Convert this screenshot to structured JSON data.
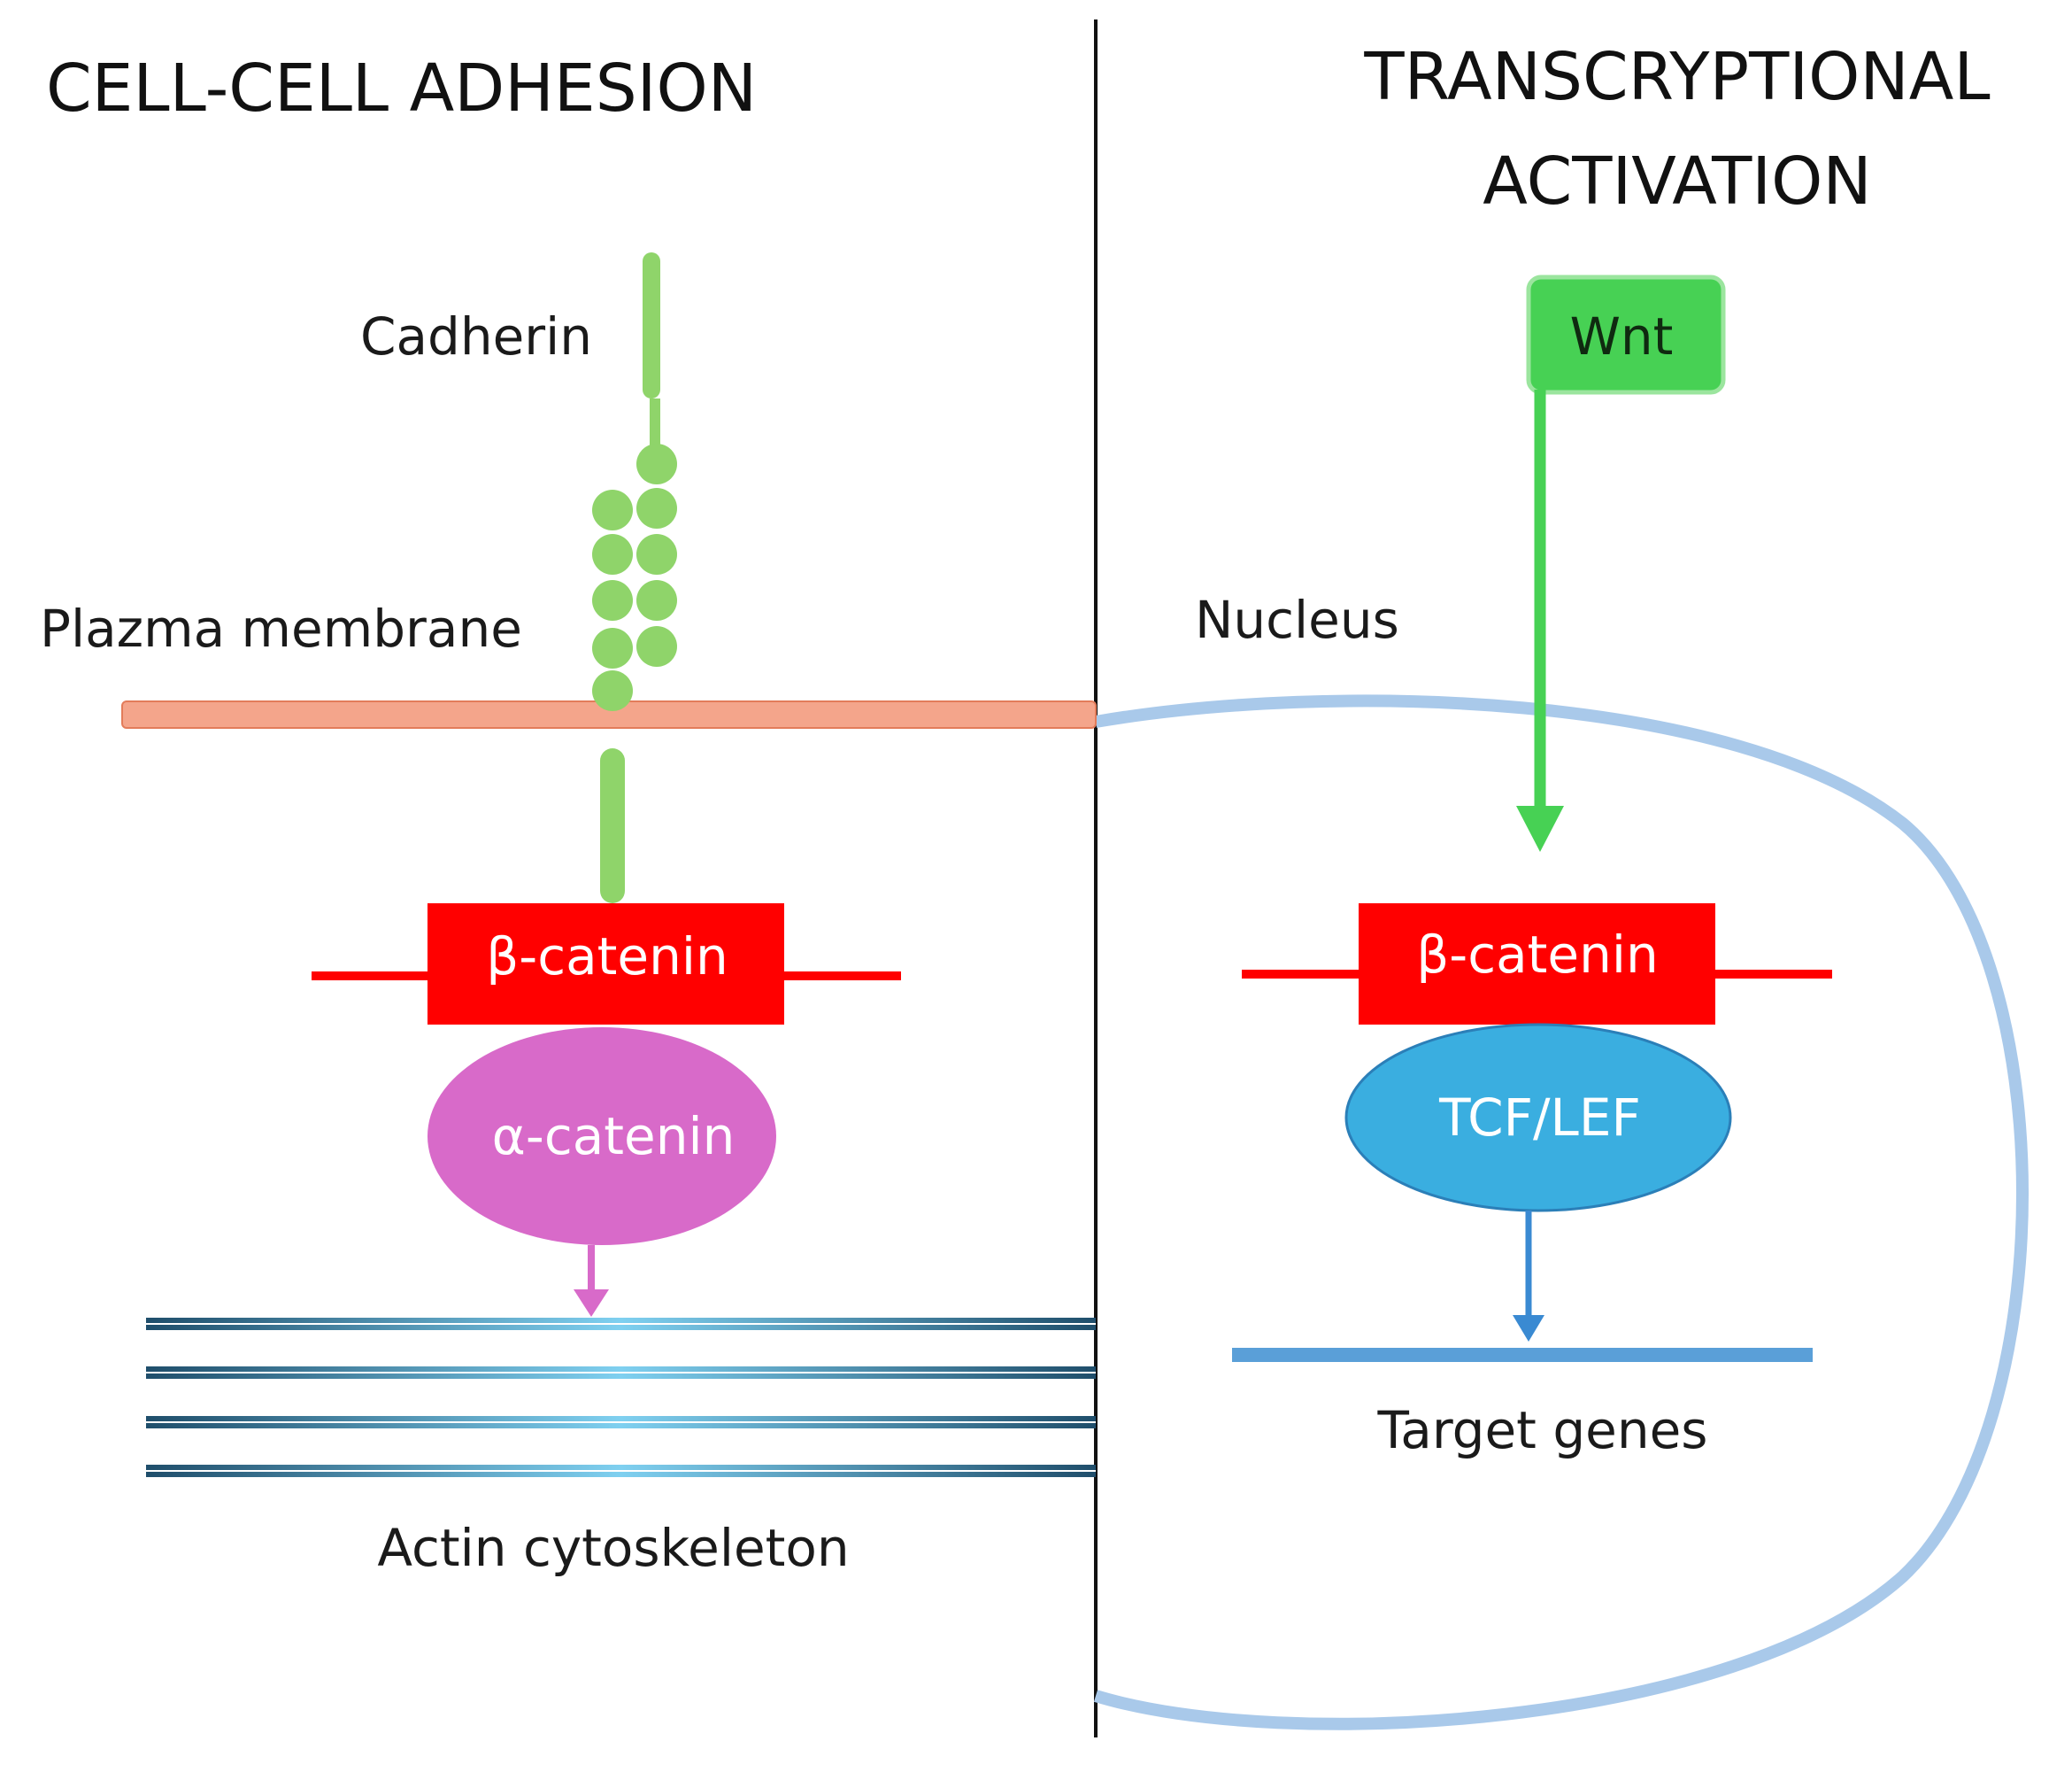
{
  "left_panel": {
    "heading": "CELL-CELL ADHESION",
    "cadherin_label": "Cadherin",
    "membrane_label": "Plazma membrane",
    "beta_catenin_label": "β-catenin",
    "alpha_catenin_label": "α-catenin",
    "actin_label": "Actin cytoskeleton"
  },
  "right_panel": {
    "heading_line1": "TRANSCRYPTIONAL",
    "heading_line2": "ACTIVATION",
    "wnt_label": "Wnt",
    "nucleus_label": "Nucleus",
    "beta_catenin_label": "β-catenin",
    "tcf_lef_label": "TCF/LEF",
    "target_genes_label": "Target genes"
  },
  "colors": {
    "beta_catenin": "#ff0000",
    "alpha_catenin": "#d86ac9",
    "tcf_lef": "#3aaee0",
    "wnt": "#47d154",
    "cadherin": "#8fd46a",
    "membrane": "#f4a58b",
    "nucleus_outline": "#a9c9ea",
    "actin": "#1f4e6b"
  }
}
